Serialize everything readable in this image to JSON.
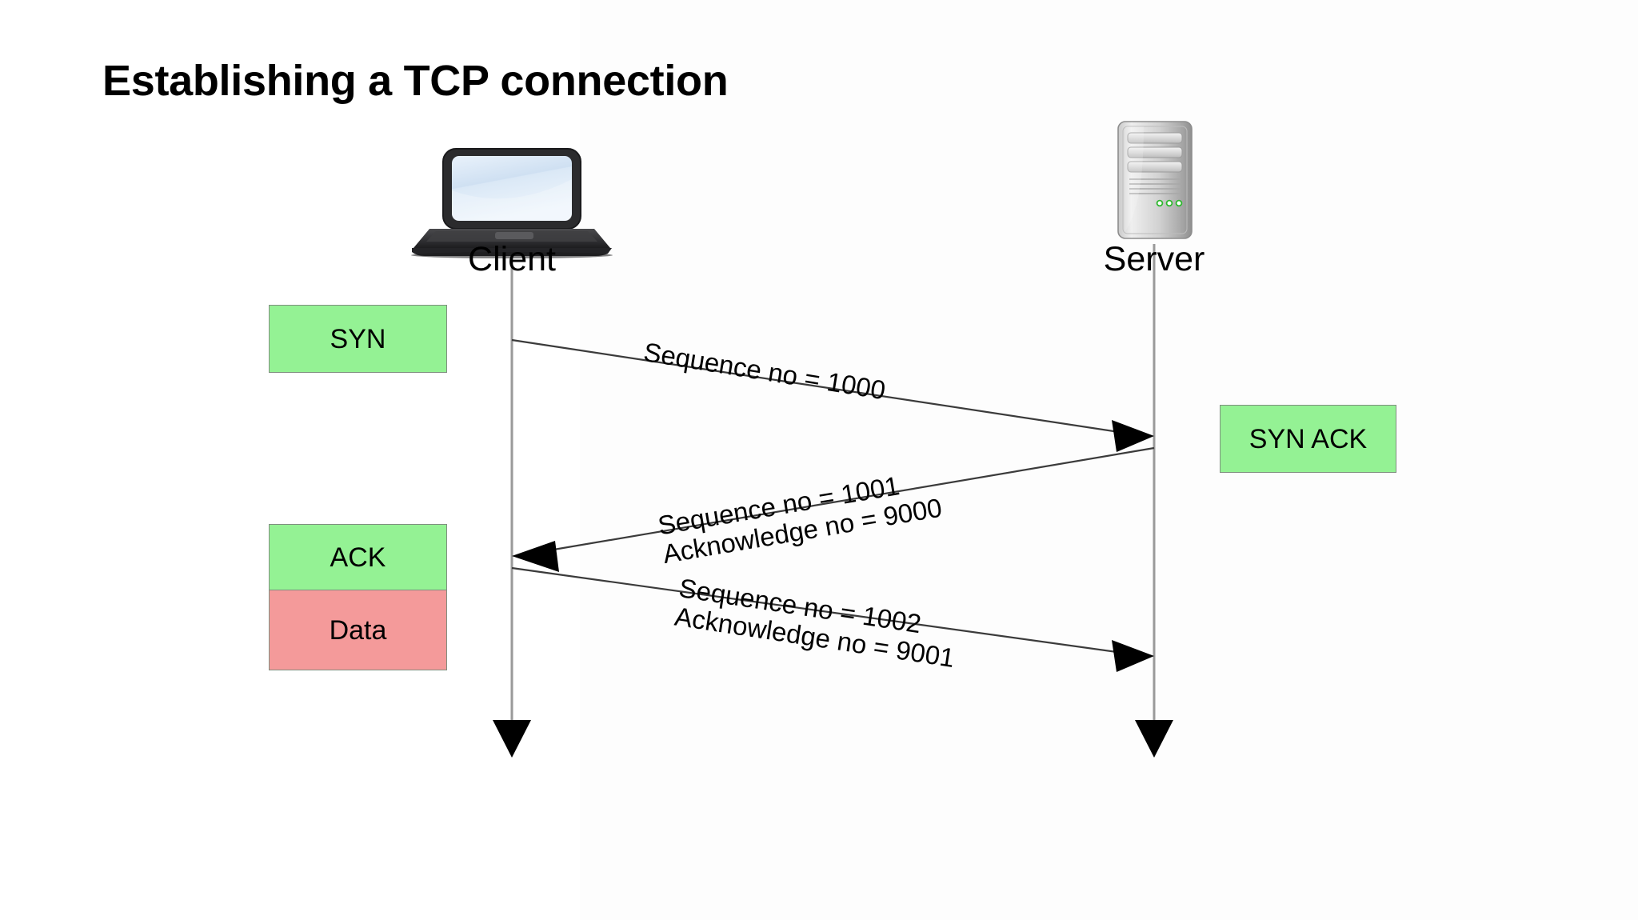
{
  "slide": {
    "title": "Establishing a TCP connection",
    "background_color": "#ffffff"
  },
  "nodes": [
    {
      "id": "client",
      "label": "Client",
      "icon": "laptop-icon"
    },
    {
      "id": "server",
      "label": "Server",
      "icon": "server-tower-icon"
    }
  ],
  "flag_boxes": [
    {
      "id": "syn",
      "label": "SYN",
      "color": "#94f294",
      "side": "left"
    },
    {
      "id": "syn-ack",
      "label": "SYN ACK",
      "color": "#94f294",
      "side": "right"
    },
    {
      "id": "ack",
      "label": "ACK",
      "color": "#94f294",
      "side": "left"
    },
    {
      "id": "data",
      "label": "Data",
      "color": "#f49a9a",
      "side": "left"
    }
  ],
  "messages": [
    {
      "id": "msg1",
      "direction": "client-to-server",
      "line1": "Sequence no = 1000",
      "line2": ""
    },
    {
      "id": "msg2",
      "direction": "server-to-client",
      "line1": "Sequence no = 1001",
      "line2": "Acknowledge no = 9000"
    },
    {
      "id": "msg3",
      "direction": "client-to-server",
      "line1": "Sequence no = 1002",
      "line2": "Acknowledge no = 9001"
    }
  ],
  "colors": {
    "flag_green": "#94f294",
    "flag_red": "#f49a9a",
    "box_border": "#7f8f7f",
    "lifeline": "#9a9a9a",
    "arrow": "#000000",
    "text": "#000000"
  }
}
